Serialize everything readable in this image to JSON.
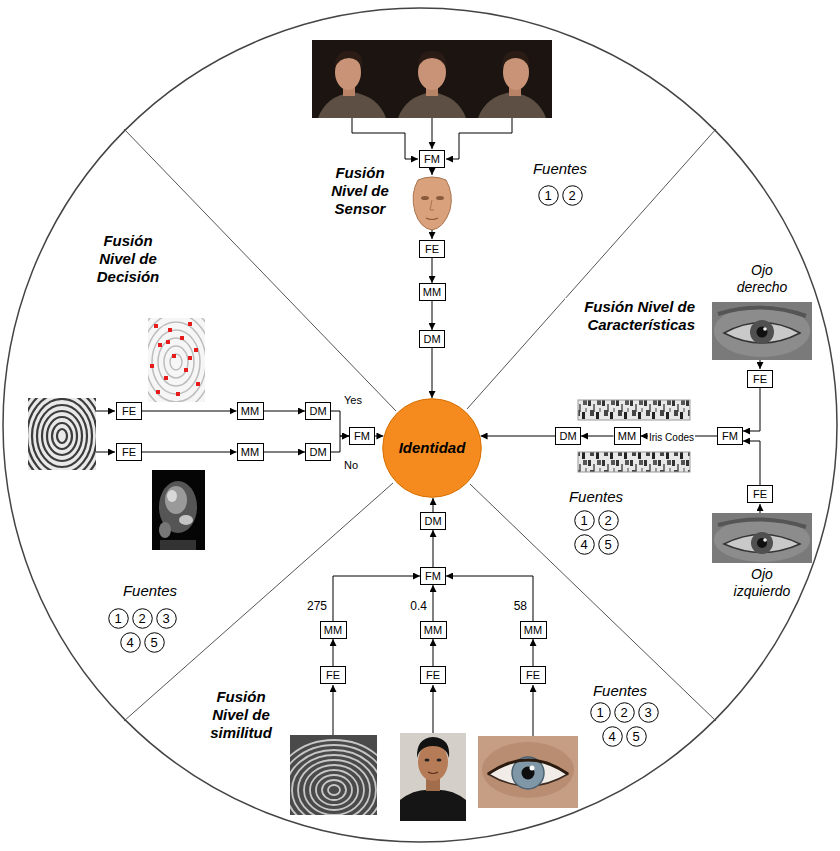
{
  "diagram": {
    "nodes": [
      {
        "text": [
          "Identidad"
        ]
      },
      {
        "text": [
          "FM"
        ]
      },
      {
        "text": [
          "FE"
        ]
      },
      {
        "text": [
          "MM"
        ]
      },
      {
        "text": [
          "DM"
        ]
      },
      {
        "text": [
          "1"
        ]
      },
      {
        "text": [
          "2"
        ]
      },
      {
        "text": [
          "FE"
        ]
      },
      {
        "text": [
          "MM"
        ]
      },
      {
        "text": [
          "DM"
        ]
      },
      {
        "text": [
          "FE"
        ]
      },
      {
        "text": [
          "MM"
        ]
      },
      {
        "text": [
          "DM"
        ]
      },
      {
        "text": [
          "FM"
        ]
      },
      {
        "text": [
          "1"
        ]
      },
      {
        "text": [
          "2"
        ]
      },
      {
        "text": [
          "3"
        ]
      },
      {
        "text": [
          "4"
        ]
      },
      {
        "text": [
          "5"
        ]
      },
      {
        "text": [
          "FE"
        ]
      },
      {
        "text": [
          "FM"
        ]
      },
      {
        "text": [
          "MM"
        ]
      },
      {
        "text": [
          "DM"
        ]
      },
      {
        "text": [
          "FE"
        ]
      },
      {
        "text": [
          "1"
        ]
      },
      {
        "text": [
          "2"
        ]
      },
      {
        "text": [
          "4"
        ]
      },
      {
        "text": [
          "5"
        ]
      },
      {
        "text": [
          "DM"
        ]
      },
      {
        "text": [
          "FM"
        ]
      },
      {
        "text": [
          "MM"
        ]
      },
      {
        "text": [
          "MM"
        ]
      },
      {
        "text": [
          "MM"
        ]
      },
      {
        "text": [
          "FE"
        ]
      },
      {
        "text": [
          "FE"
        ]
      },
      {
        "text": [
          "FE"
        ]
      },
      {
        "text": [
          "1"
        ]
      },
      {
        "text": [
          "2"
        ]
      },
      {
        "text": [
          "3"
        ]
      },
      {
        "text": [
          "4"
        ]
      },
      {
        "text": [
          "5"
        ]
      }
    ],
    "edges": [
      {
        "from": 2,
        "to": 3,
        "arrow": "to"
      },
      {
        "from": 3,
        "to": 4,
        "arrow": "to"
      },
      {
        "from": 4,
        "to": 0,
        "arrow": "to"
      },
      {
        "from": 7,
        "to": 8,
        "arrow": "to"
      },
      {
        "from": 8,
        "to": 9,
        "arrow": "to"
      },
      {
        "from": 9,
        "to": 13,
        "label": "Yes",
        "arrow": "to"
      },
      {
        "from": 10,
        "to": 11,
        "arrow": "to"
      },
      {
        "from": 11,
        "to": 12,
        "arrow": "to"
      },
      {
        "from": 12,
        "to": 13,
        "label": "No",
        "arrow": "to"
      },
      {
        "from": 13,
        "to": 0,
        "arrow": "to"
      },
      {
        "from": 19,
        "to": 20,
        "arrow": "to"
      },
      {
        "from": 23,
        "to": 20,
        "arrow": "to"
      },
      {
        "from": 20,
        "to": 21,
        "arrow": "to"
      },
      {
        "from": 21,
        "to": 22,
        "arrow": "to"
      },
      {
        "from": 22,
        "to": 0,
        "arrow": "to"
      },
      {
        "from": 33,
        "to": 30,
        "arrow": "to"
      },
      {
        "from": 34,
        "to": 31,
        "arrow": "to"
      },
      {
        "from": 35,
        "to": 32,
        "arrow": "to"
      },
      {
        "from": 30,
        "to": 29,
        "arrow": "to"
      },
      {
        "from": 31,
        "to": 29,
        "arrow": "to"
      },
      {
        "from": 32,
        "to": 29,
        "arrow": "to"
      },
      {
        "from": 29,
        "to": 28,
        "arrow": "to"
      },
      {
        "from": 28,
        "to": 0,
        "arrow": "to"
      }
    ],
    "labels": [
      "Fusión Nivel de Sensor",
      "Fuentes",
      "Fusión Nivel de Características",
      "Ojo derecho",
      "Iris Codes",
      "Ojo izquierdo",
      "Fuentes",
      "Fusión Nivel de similitud",
      "275",
      "0.4",
      "58",
      "Fuentes",
      "Fusión Nivel de Decisión",
      "Fuentes"
    ]
  }
}
